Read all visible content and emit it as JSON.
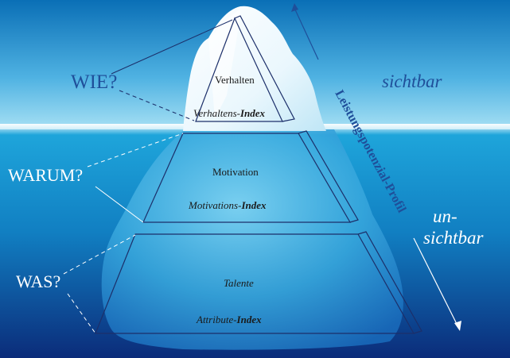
{
  "questions": {
    "how": "WIE?",
    "why": "WARUM?",
    "what": "WAS?"
  },
  "levels": {
    "behavior": {
      "title": "Verhalten",
      "index_prefix": "Verhaltens-",
      "index_bold": "Index"
    },
    "motivation": {
      "title": "Motivation",
      "index_prefix": "Motivations-",
      "index_bold": "Index"
    },
    "talents": {
      "title": "Talente",
      "index_prefix": "Attribute-",
      "index_bold": "Index"
    }
  },
  "profile_axis": "Leistungspotenzial-Profil",
  "visibility": {
    "visible": "sichtbar",
    "invisible_line1": "un-",
    "invisible_line2": "sichtbar"
  },
  "colors": {
    "sky_top": "#0a6fb6",
    "sky_bottom": "#8fd6f1",
    "water_top": "#1aa0d6",
    "water_bottom": "#0b2c7a",
    "question_blue": "#1f4f9a",
    "axis_blue": "#1f4f9a"
  }
}
